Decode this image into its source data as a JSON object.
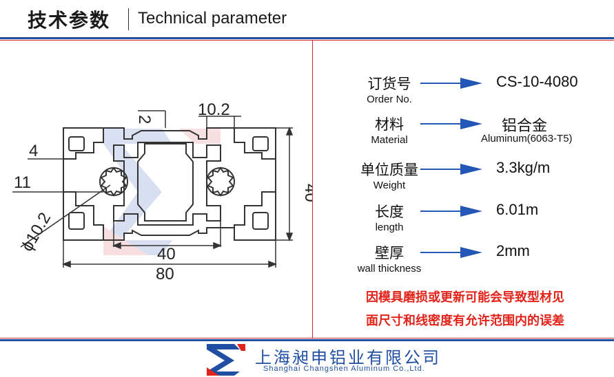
{
  "header": {
    "title_cn": "技术参数",
    "title_en": "Technical parameter"
  },
  "diagram": {
    "dim_top_slot": "2",
    "dim_top_width": "10.2",
    "dim_left_4": "4",
    "dim_left_11": "11",
    "dim_diameter": "ϕ10.2",
    "dim_inner_width": "40",
    "dim_total_width": "80",
    "dim_height": "40"
  },
  "specs": [
    {
      "label_cn": "订货号",
      "label_en": "Order No.",
      "value": "CS-10-4080",
      "value_sub": ""
    },
    {
      "label_cn": "材料",
      "label_en": "Material",
      "value": "铝合金",
      "value_sub": "Aluminum(6063-T5)"
    },
    {
      "label_cn": "单位质量",
      "label_en": "Weight",
      "value": "3.3kg/m",
      "value_sub": ""
    },
    {
      "label_cn": "长度",
      "label_en": "length",
      "value": "6.01m",
      "value_sub": ""
    },
    {
      "label_cn": "壁厚",
      "label_en": "wall thickness",
      "value": "2mm",
      "value_sub": ""
    }
  ],
  "note": {
    "line1": "因模具磨损或更新可能会导致型材见",
    "line2": "面尺寸和线密度有允许范围内的误差"
  },
  "footer": {
    "company_cn": "上海昶申铝业有限公司",
    "company_en": "Shanghai Changshen Aluminum Co.,Ltd."
  },
  "colors": {
    "brand_blue": "#1f4ea3",
    "accent_red": "#e2231a",
    "arrow_blue": "#2456b8"
  }
}
